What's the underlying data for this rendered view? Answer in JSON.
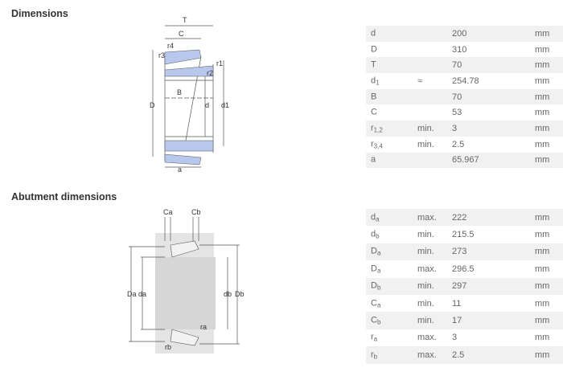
{
  "dimensions": {
    "title": "Dimensions",
    "rows": [
      {
        "sym": "d",
        "sub": "",
        "qual": "",
        "value": "200",
        "unit": "mm"
      },
      {
        "sym": "D",
        "sub": "",
        "qual": "",
        "value": "310",
        "unit": "mm"
      },
      {
        "sym": "T",
        "sub": "",
        "qual": "",
        "value": "70",
        "unit": "mm"
      },
      {
        "sym": "d",
        "sub": "1",
        "qual": "≈",
        "value": "254.78",
        "unit": "mm"
      },
      {
        "sym": "B",
        "sub": "",
        "qual": "",
        "value": "70",
        "unit": "mm"
      },
      {
        "sym": "C",
        "sub": "",
        "qual": "",
        "value": "53",
        "unit": "mm"
      },
      {
        "sym": "r",
        "sub": "1,2",
        "qual": "min.",
        "value": "3",
        "unit": "mm"
      },
      {
        "sym": "r",
        "sub": "3,4",
        "qual": "min.",
        "value": "2.5",
        "unit": "mm"
      },
      {
        "sym": "a",
        "sub": "",
        "qual": "",
        "value": "65.967",
        "unit": "mm"
      }
    ],
    "diagram_labels": {
      "T": "T",
      "C": "C",
      "r4": "r4",
      "r3": "r3",
      "r1": "r1",
      "r2": "r2",
      "B": "B",
      "D": "D",
      "d": "d",
      "d1": "d1",
      "a": "a"
    }
  },
  "abutment": {
    "title": "Abutment dimensions",
    "rows": [
      {
        "sym": "d",
        "sub": "a",
        "qual": "max.",
        "value": "222",
        "unit": "mm"
      },
      {
        "sym": "d",
        "sub": "b",
        "qual": "min.",
        "value": "215.5",
        "unit": "mm"
      },
      {
        "sym": "D",
        "sub": "a",
        "qual": "min.",
        "value": "273",
        "unit": "mm"
      },
      {
        "sym": "D",
        "sub": "a",
        "qual": "max.",
        "value": "296.5",
        "unit": "mm"
      },
      {
        "sym": "D",
        "sub": "b",
        "qual": "min.",
        "value": "297",
        "unit": "mm"
      },
      {
        "sym": "C",
        "sub": "a",
        "qual": "min.",
        "value": "11",
        "unit": "mm"
      },
      {
        "sym": "C",
        "sub": "b",
        "qual": "min.",
        "value": "17",
        "unit": "mm"
      },
      {
        "sym": "r",
        "sub": "a",
        "qual": "max.",
        "value": "3",
        "unit": "mm"
      },
      {
        "sym": "r",
        "sub": "b",
        "qual": "max.",
        "value": "2.5",
        "unit": "mm"
      }
    ],
    "diagram_labels": {
      "Ca": "Ca",
      "Cb": "Cb",
      "Da": "Da",
      "da": "da",
      "db": "db",
      "Db": "Db",
      "ra": "ra",
      "rb": "rb"
    }
  },
  "colors": {
    "ring": "#b8c8ec",
    "housing": "#d9d9d9",
    "row_shade": "#f1f1f1"
  }
}
